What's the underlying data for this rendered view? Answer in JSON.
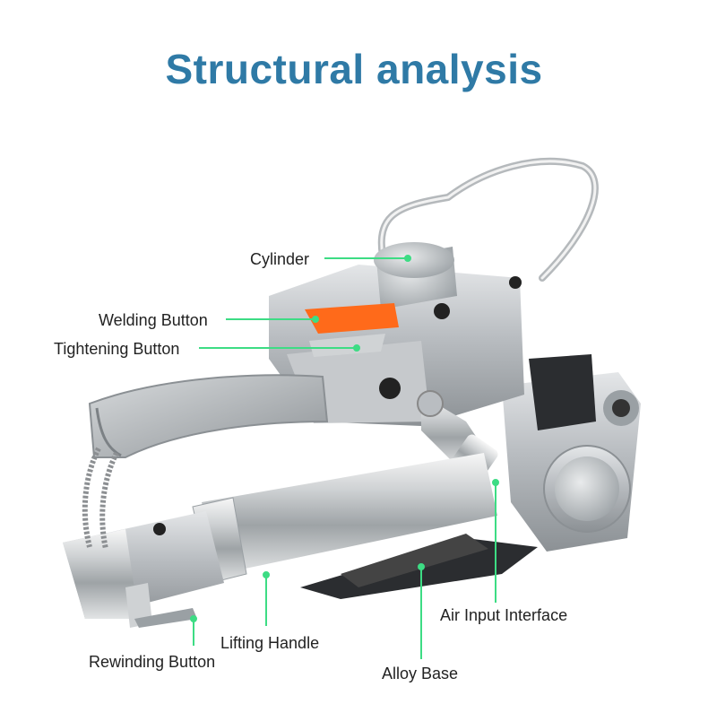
{
  "title": "Structural analysis",
  "colors": {
    "title": "#2f7aa6",
    "leader": "#3ddc84",
    "label": "#222222"
  },
  "labels": {
    "cylinder": "Cylinder",
    "welding_button": "Welding Button",
    "tightening_button": "Tightening Button",
    "air_input": "Air Input Interface",
    "lifting_handle": "Lifting Handle",
    "rewinding_button": "Rewinding Button",
    "alloy_base": "Alloy Base"
  }
}
